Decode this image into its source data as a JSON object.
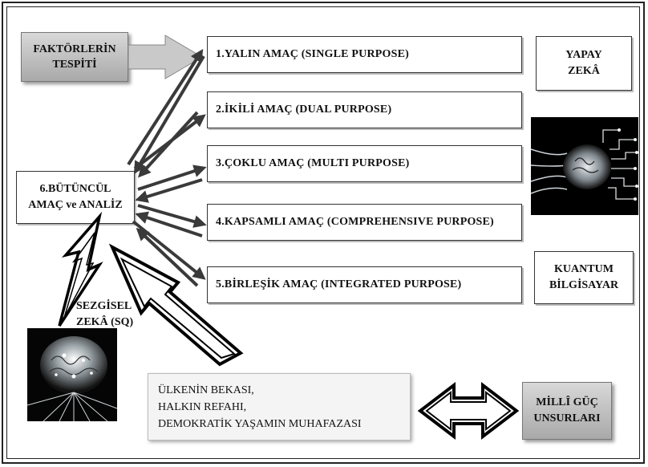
{
  "factors": "FAKTÖRLERİN\nTESPİTİ",
  "purposes": [
    "1.YALIN AMAÇ (SINGLE PURPOSE)",
    "2.İKİLİ AMAÇ (DUAL PURPOSE)",
    "3.ÇOKLU AMAÇ (MULTI PURPOSE)",
    "4.KAPSAMLI AMAÇ (COMPREHENSIVE PURPOSE)",
    "5.BİRLEŞİK AMAÇ (INTEGRATED PURPOSE)"
  ],
  "holistic": "6.BÜTÜNCÜL\nAMAÇ ve ANALİZ",
  "ai": "YAPAY\nZEKÂ",
  "quantum": "KUANTUM\nBİLGİSAYAR",
  "sq": "SEZGİSEL\nZEKÂ (SQ)",
  "national_goals": "ÜLKENİN BEKASI,\nHALKIN REFAHI,\nDEMOKRATİK YAŞAMIN MUHAFAZASI",
  "power": "MİLLÎ GÜÇ\nUNSURLARI",
  "icons": {
    "ai_image": "digital-brain-circuit-icon",
    "sq_image": "glowing-brain-head-icon"
  },
  "colors": {
    "frame": "#222222",
    "gray_box_top": "#d8d8d8",
    "gray_box_bottom": "#a9a9a9",
    "arrow": "#3a3a3a"
  }
}
